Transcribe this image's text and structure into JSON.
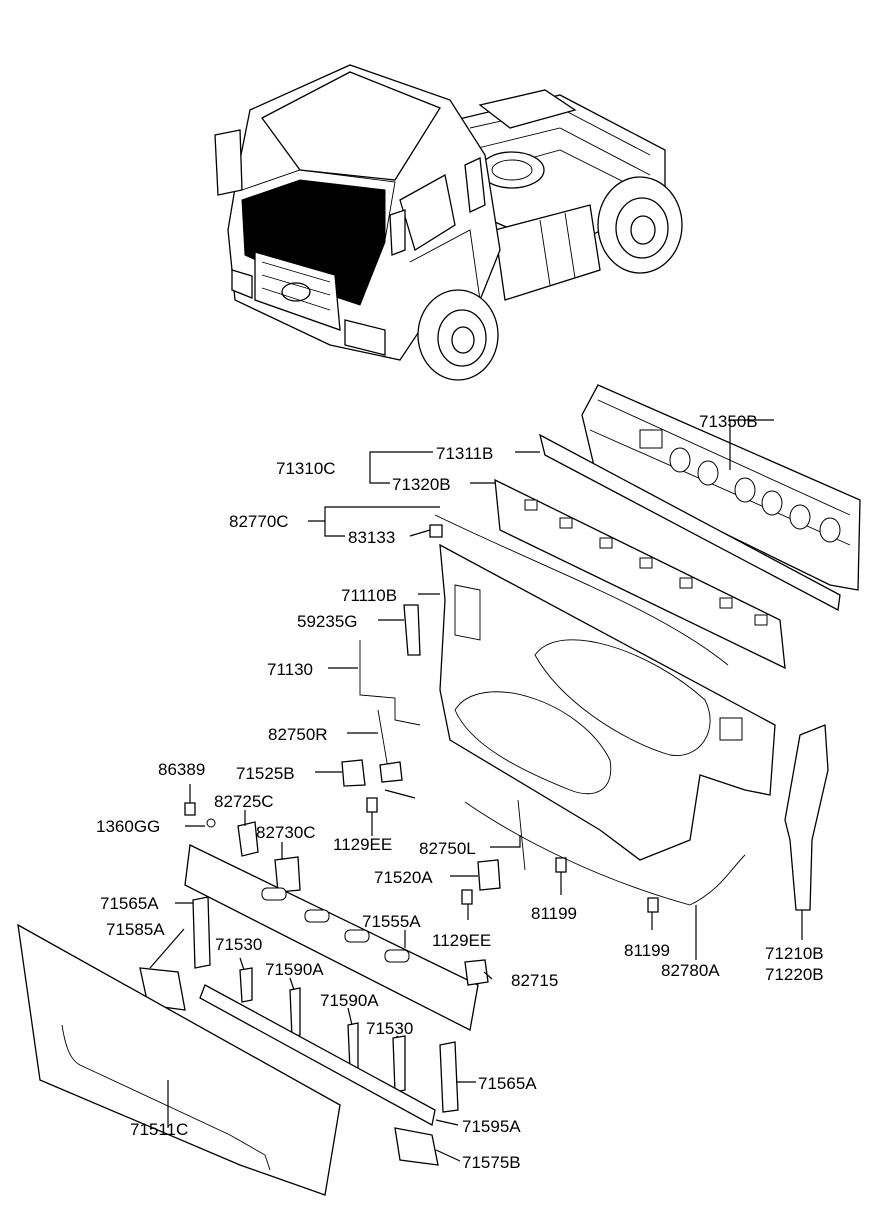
{
  "diagram": {
    "parts": [
      {
        "key": "p71350B",
        "label": "71350B"
      },
      {
        "key": "p71311B",
        "label": "71311B"
      },
      {
        "key": "p71310C",
        "label": "71310C"
      },
      {
        "key": "p71320B",
        "label": "71320B"
      },
      {
        "key": "p82770C",
        "label": "82770C"
      },
      {
        "key": "p83133",
        "label": "83133"
      },
      {
        "key": "p71110B",
        "label": "71110B"
      },
      {
        "key": "p59235G",
        "label": "59235G"
      },
      {
        "key": "p71130",
        "label": "71130"
      },
      {
        "key": "p82750R",
        "label": "82750R"
      },
      {
        "key": "p86389",
        "label": "86389"
      },
      {
        "key": "p71525B",
        "label": "71525B"
      },
      {
        "key": "p82725C",
        "label": "82725C"
      },
      {
        "key": "p1360GG",
        "label": "1360GG"
      },
      {
        "key": "p82730C",
        "label": "82730C"
      },
      {
        "key": "p1129EE_a",
        "label": "1129EE"
      },
      {
        "key": "p82750L",
        "label": "82750L"
      },
      {
        "key": "p71520A",
        "label": "71520A"
      },
      {
        "key": "p81199_a",
        "label": "81199"
      },
      {
        "key": "p71565A_a",
        "label": "71565A"
      },
      {
        "key": "p71585A",
        "label": "71585A"
      },
      {
        "key": "p71555A",
        "label": "71555A"
      },
      {
        "key": "p71530_a",
        "label": "71530"
      },
      {
        "key": "p1129EE_b",
        "label": "1129EE"
      },
      {
        "key": "p71590A_a",
        "label": "71590A"
      },
      {
        "key": "p81199_b",
        "label": "81199"
      },
      {
        "key": "p82780A",
        "label": "82780A"
      },
      {
        "key": "p71210B",
        "label": "71210B"
      },
      {
        "key": "p71220B",
        "label": "71220B"
      },
      {
        "key": "p82715",
        "label": "82715"
      },
      {
        "key": "p71590A_b",
        "label": "71590A"
      },
      {
        "key": "p71530_b",
        "label": "71530"
      },
      {
        "key": "p71565A_b",
        "label": "71565A"
      },
      {
        "key": "p71511C",
        "label": "71511C"
      },
      {
        "key": "p71595A",
        "label": "71595A"
      },
      {
        "key": "p71575B",
        "label": "71575B"
      }
    ]
  }
}
